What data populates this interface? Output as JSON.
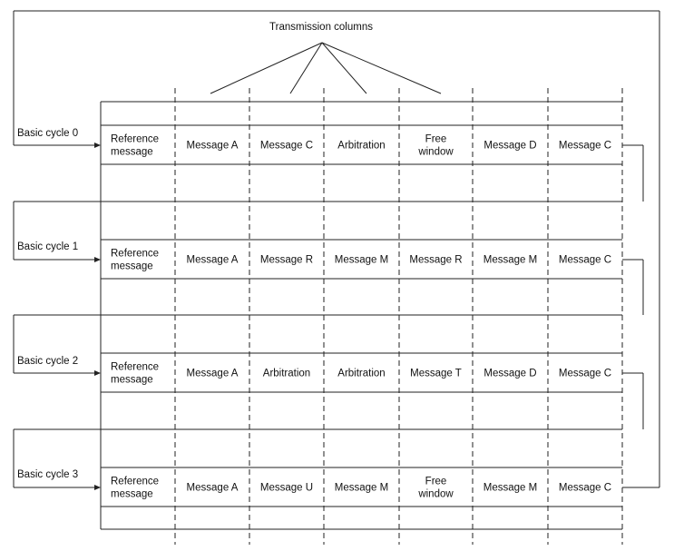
{
  "title": "Transmission columns",
  "cycles": [
    {
      "label": "Basic cycle 0",
      "cells": [
        "Reference\nmessage",
        "Message A",
        "Message C",
        "Arbitration",
        "Free\nwindow",
        "Message D",
        "Message C"
      ]
    },
    {
      "label": "Basic cycle 1",
      "cells": [
        "Reference\nmessage",
        "Message A",
        "Message R",
        "Message M",
        "Message R",
        "Message M",
        "Message C"
      ]
    },
    {
      "label": "Basic cycle 2",
      "cells": [
        "Reference\nmessage",
        "Message A",
        "Arbitration",
        "Arbitration",
        "Message T",
        "Message D",
        "Message C"
      ]
    },
    {
      "label": "Basic cycle 3",
      "cells": [
        "Reference\nmessage",
        "Message A",
        "Message U",
        "Message M",
        "Free\nwindow",
        "Message M",
        "Message C"
      ]
    }
  ]
}
